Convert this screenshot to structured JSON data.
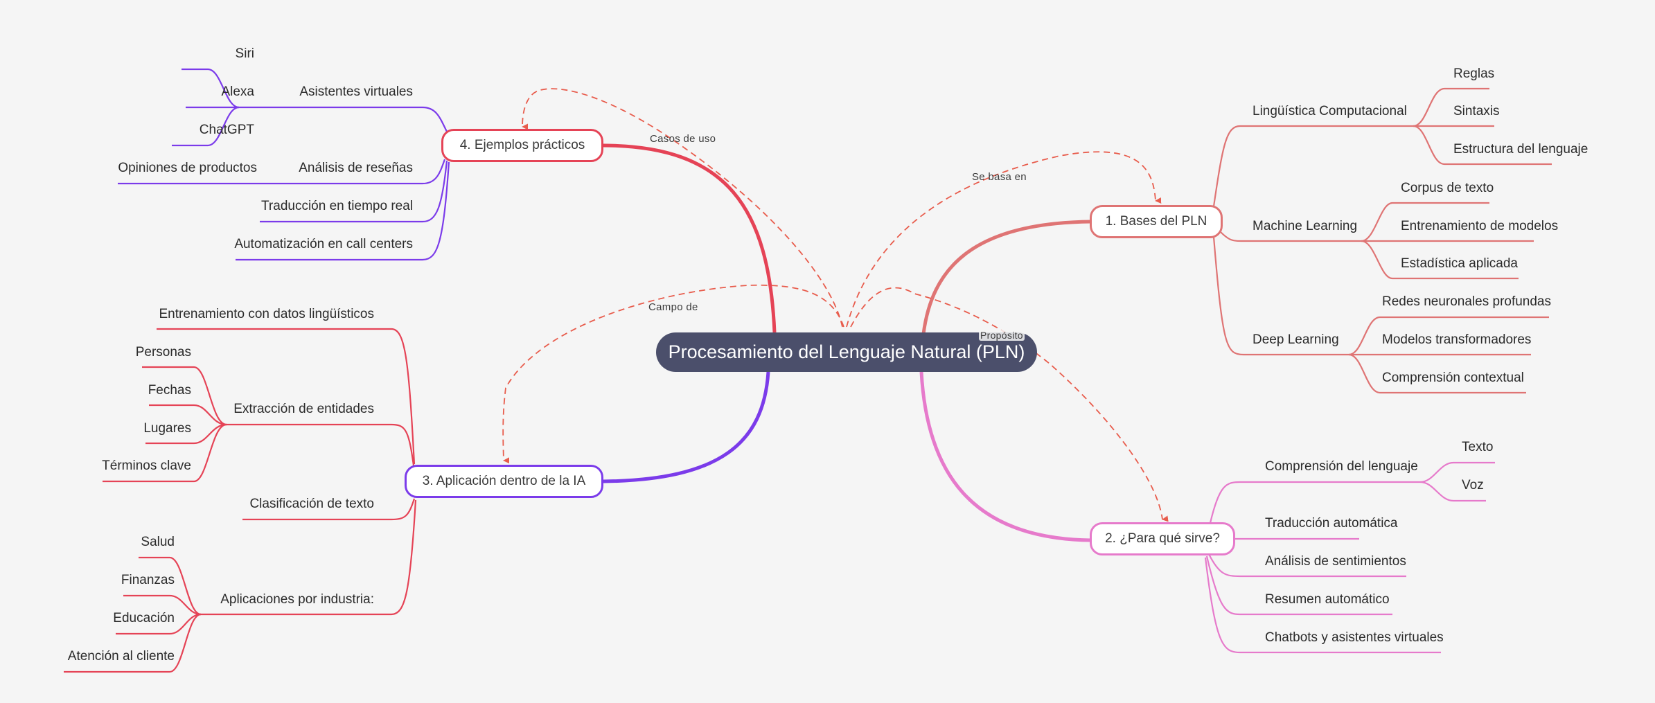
{
  "colors": {
    "background": "#f5f5f5",
    "central_fill": "#4b4f6b",
    "branch_bases": "#df7474",
    "branch_para": "#e67acb",
    "branch_aplicacion": "#7b3bea",
    "branch_ejemplos": "#e54356",
    "relationship": "#e85c4c"
  },
  "central": {
    "label": "Procesamiento del Lenguaje Natural (PLN)"
  },
  "relationships": {
    "se_basa_en": "Se basa en",
    "proposito": "Propósito",
    "campo_de": "Campo de",
    "casos_de_uso": "Casos de uso"
  },
  "branches": {
    "bases": {
      "label": "1. Bases del PLN",
      "children": [
        {
          "label": "Lingüística Computacional",
          "children": [
            "Reglas",
            "Sintaxis",
            "Estructura del lenguaje"
          ]
        },
        {
          "label": "Machine Learning",
          "children": [
            "Corpus de texto",
            "Entrenamiento de modelos",
            "Estadística aplicada"
          ]
        },
        {
          "label": "Deep Learning",
          "children": [
            "Redes neuronales profundas",
            "Modelos transformadores",
            "Comprensión contextual"
          ]
        }
      ]
    },
    "para": {
      "label": "2. ¿Para qué sirve?",
      "children": [
        {
          "label": "Comprensión del lenguaje",
          "children": [
            "Texto",
            "Voz"
          ]
        },
        {
          "label": "Traducción automática"
        },
        {
          "label": "Análisis de sentimientos"
        },
        {
          "label": "Resumen automático"
        },
        {
          "label": "Chatbots y asistentes virtuales"
        }
      ]
    },
    "aplicacion": {
      "label": "3. Aplicación dentro de la IA",
      "children": [
        {
          "label": "Entrenamiento con datos lingüísticos"
        },
        {
          "label": "Extracción de entidades",
          "children": [
            "Personas",
            "Fechas",
            "Lugares",
            "Términos clave"
          ]
        },
        {
          "label": "Clasificación de texto"
        },
        {
          "label": "Aplicaciones por industria:",
          "children": [
            "Salud",
            "Finanzas",
            "Educación",
            "Atención al cliente"
          ]
        }
      ]
    },
    "ejemplos": {
      "label": "4. Ejemplos prácticos",
      "children": [
        {
          "label": "Asistentes virtuales",
          "children": [
            "Siri",
            "Alexa",
            "ChatGPT"
          ]
        },
        {
          "label": "Análisis de reseñas",
          "children": [
            "Opiniones de productos"
          ]
        },
        {
          "label": "Traducción en tiempo real"
        },
        {
          "label": "Automatización en call centers"
        }
      ]
    }
  }
}
